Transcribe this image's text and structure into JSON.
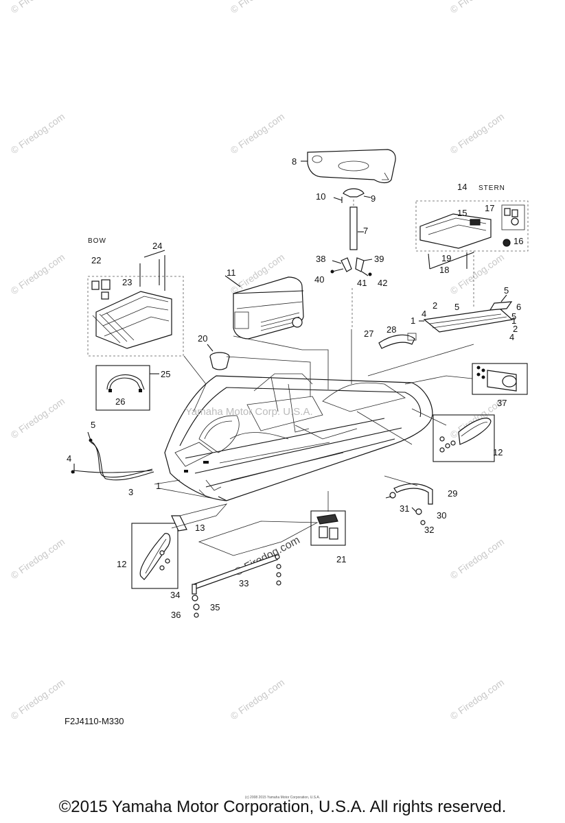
{
  "labels": {
    "sectionStern": "STERN",
    "sectionBow": "BOW",
    "centerWatermark": "Yamaha Motor Corp. U.S.A."
  },
  "callouts": [
    "1",
    "2",
    "3",
    "4",
    "5",
    "6",
    "7",
    "8",
    "9",
    "10",
    "11",
    "12",
    "13",
    "14",
    "15",
    "16",
    "17",
    "18",
    "19",
    "20",
    "21",
    "22",
    "23",
    "24",
    "25",
    "26",
    "27",
    "28",
    "29",
    "30",
    "31",
    "32",
    "33",
    "34",
    "35",
    "36",
    "37",
    "38",
    "39",
    "40",
    "41",
    "42"
  ],
  "watermark": "© Firedog.com",
  "diagramWatermark": "© Firedog.com",
  "referenceCode": "F2J4110-M330",
  "tinyCredit": "(c) 2008 2015 Yamaha Motor Corporation, U.S.A.",
  "copyright": "©2015 Yamaha Motor Corporation, U.S.A. All rights reserved."
}
